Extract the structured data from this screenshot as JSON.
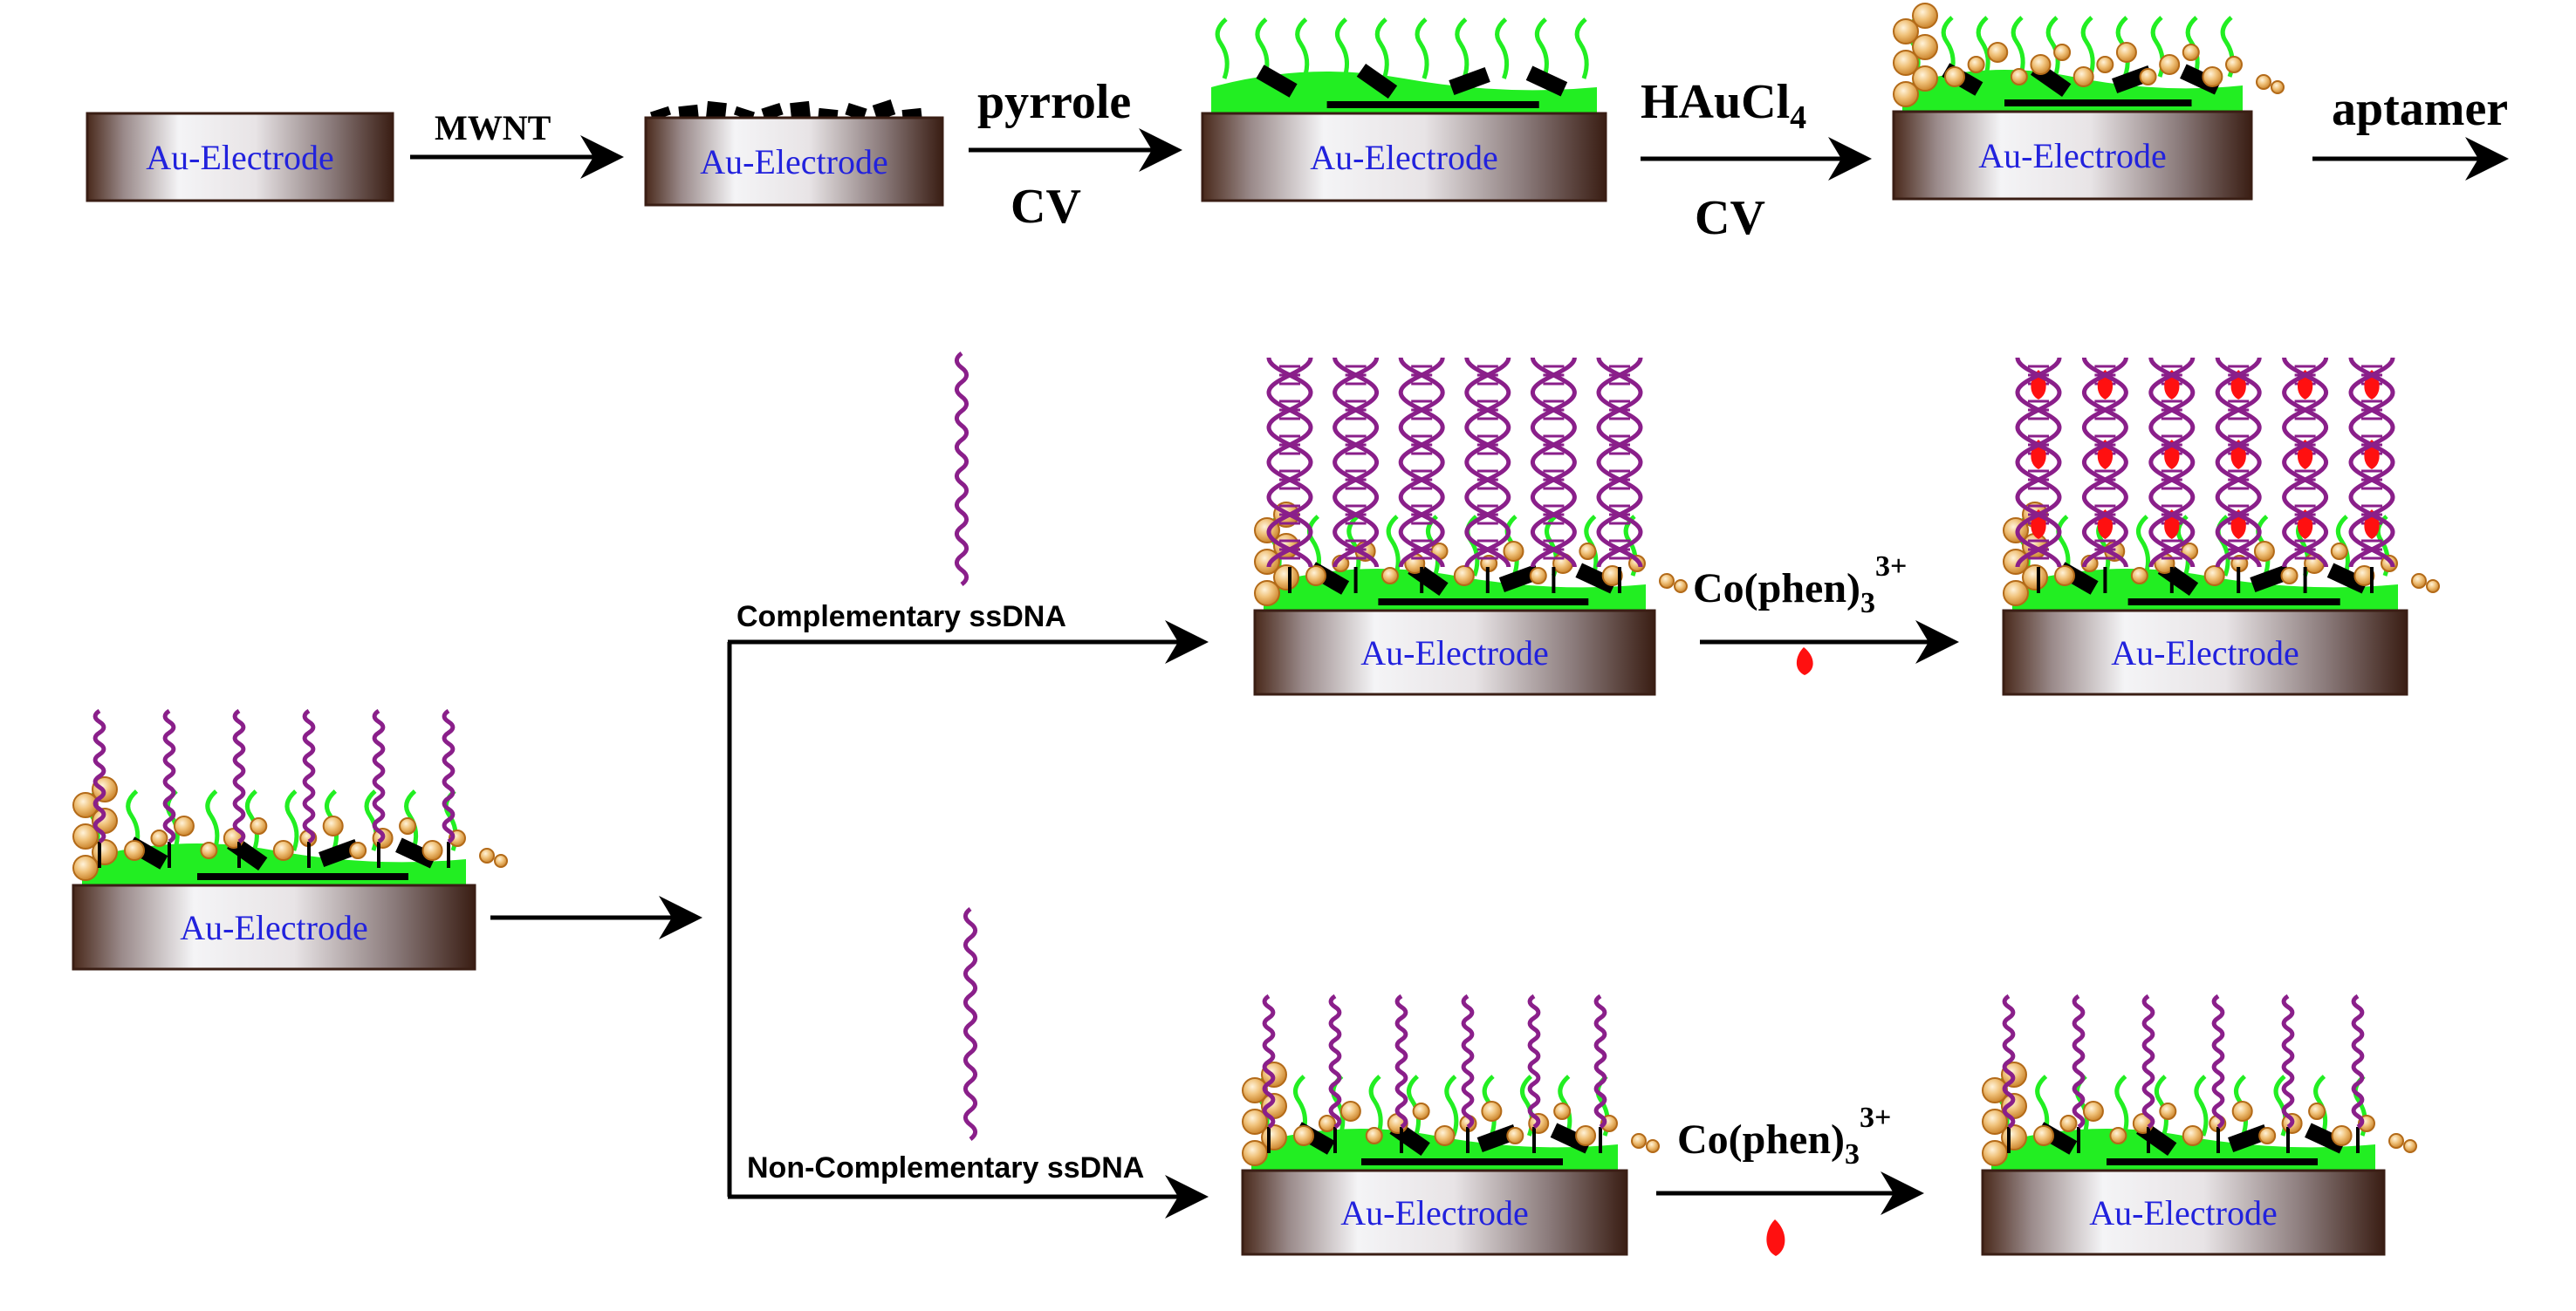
{
  "electrode_label": "Au-Electrode",
  "steps": {
    "s1": "MWNT",
    "s2_top": "pyrrole",
    "s2_bottom": "CV",
    "s3_top_main": "HAuCl",
    "s3_top_sub": "4",
    "s3_bottom": "CV",
    "s4": "aptamer"
  },
  "branches": {
    "upper": "Complementary  ssDNA",
    "lower": "Non-Complementary ssDNA"
  },
  "reagent": {
    "main": "Co(phen)",
    "sub": "3",
    "sup": "3+"
  },
  "colors": {
    "electrode_dark": "#4a2a1c",
    "electrode_light": "#f4f4f6",
    "polypyrrole": "#22ee22",
    "gold_np": "#e09a3c",
    "dna": "#8a1f8a",
    "cobalt_complex": "#ff1010",
    "electrode_text": "#2222dd"
  }
}
